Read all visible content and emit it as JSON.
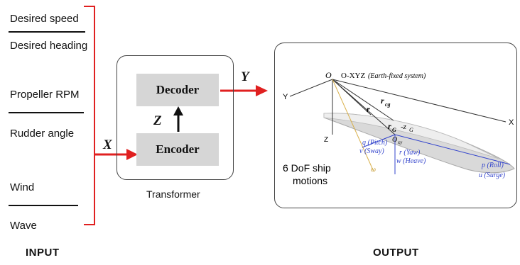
{
  "inputs": [
    "Desired speed",
    "Desired heading",
    "Propeller RPM",
    "Rudder angle",
    "Wind",
    "Wave"
  ],
  "labels": {
    "x": "X",
    "y": "Y",
    "z": "Z",
    "decoder": "Decoder",
    "encoder": "Encoder",
    "transformer": "Transformer",
    "input_caption": "INPUT",
    "output_caption": "OUTPUT"
  },
  "ship": {
    "origin": "O",
    "frame": "O-XYZ",
    "frame_note": "(Earth-fixed system)",
    "axis_y": "Y",
    "axis_x": "X",
    "axis_z": "Z",
    "r_cg": "r",
    "r_cg_sub": "cg",
    "r": "r",
    "r_g": "r",
    "r_g_sub": "G",
    "z_g": "-z",
    "z_g_sub": "G",
    "o_xy": "O",
    "o_xy_sub": "xy",
    "pitch": "q (Pitch)",
    "sway": "v (Sway)",
    "yaw": "r (Yaw)",
    "heave": "w (Heave)",
    "roll": "p (Roll)",
    "surge": "u (Surge)",
    "omega": "ω",
    "caption_line1": "6 DoF ship",
    "caption_line2": "motions"
  },
  "colors": {
    "bracket": "#e02020",
    "arrow": "#e02020",
    "block": "#d6d6d6",
    "motion_labels": "#3344cc"
  }
}
